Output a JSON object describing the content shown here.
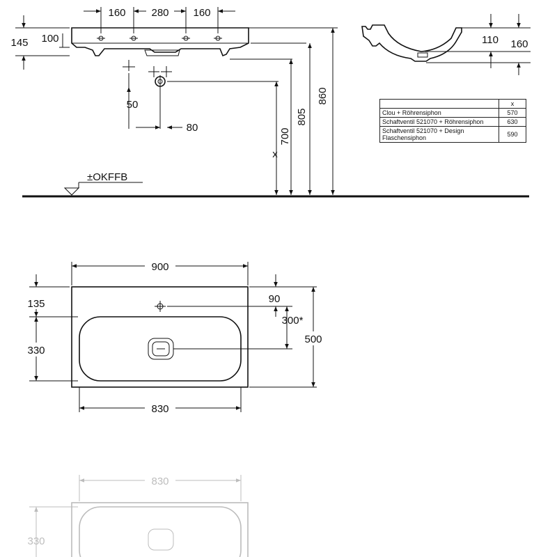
{
  "side_view": {
    "top_dims": [
      "160",
      "280",
      "160"
    ],
    "left_dims": [
      "145",
      "100"
    ],
    "tap_dims": [
      "50",
      "80"
    ],
    "heights": [
      "700",
      "805",
      "860"
    ],
    "x_label": "x",
    "floor_label": "±OKFFB"
  },
  "section_view": {
    "dims": [
      "110",
      "160"
    ]
  },
  "table": {
    "header": "x",
    "rows": [
      {
        "desc": "Clou + Röhrensiphon",
        "value": "570"
      },
      {
        "desc": "Schaftventil 521070 + Röhrensiphon",
        "value": "630"
      },
      {
        "desc": "Schaftventil 521070 + Design Flaschensiphon",
        "value": "590"
      }
    ]
  },
  "plan_view": {
    "width": "900",
    "bowl_width": "830",
    "left_dims": [
      "135",
      "330"
    ],
    "right_dims": [
      "90",
      "300*",
      "500"
    ]
  },
  "ghost_view": {
    "bowl_width": "830",
    "left_dim": "330"
  }
}
